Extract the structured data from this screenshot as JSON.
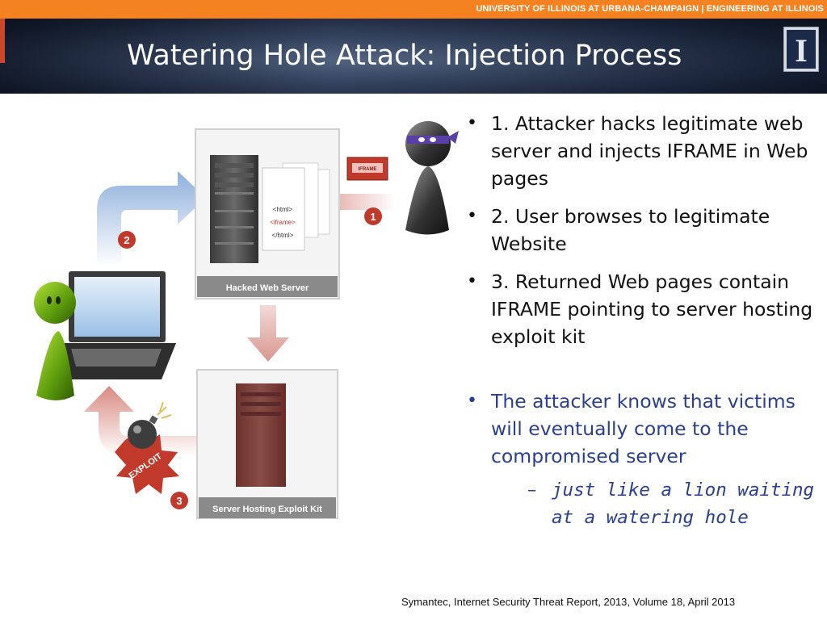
{
  "header": {
    "banner": "UNIVERSITY OF ILLINOIS AT URBANA-CHAMPAIGN | ENGINEERING AT ILLINOIS",
    "title": "Watering Hole Attack: Injection Process",
    "logo_letter": "I"
  },
  "diagram": {
    "hacked_server_label": "Hacked Web Server",
    "exploit_server_label": "Server Hosting Exploit Kit",
    "html_tag_open": "<html>",
    "iframe_tag": "<iframe>",
    "html_tag_close": "</html>",
    "step1": "1",
    "step2": "2",
    "step3": "3",
    "exploit_badge": "EXPLOIT",
    "iframe_chip": "IFRAME"
  },
  "content": {
    "points": [
      "1. Attacker hacks legitimate web server and injects IFRAME in Web pages",
      "2. User browses to legitimate Website",
      "3. Returned Web pages contain IFRAME pointing to server hosting exploit kit",
      "The attacker knows that victims will eventually come to the compromised server"
    ],
    "sub_point": "just like a lion waiting at a watering hole",
    "bullet": "•",
    "dash": "–"
  },
  "footer": {
    "citation": "Symantec, Internet Security Threat Report, 2013, Volume 18, April 2013"
  },
  "colors": {
    "banner_orange": "#f58220",
    "title_navy": "#17223a",
    "accent_blue_text": "#2a3f8f",
    "arrow_blue": "#9fb9dd",
    "arrow_red": "#d9a09a",
    "step_circle": "#c0392b"
  }
}
